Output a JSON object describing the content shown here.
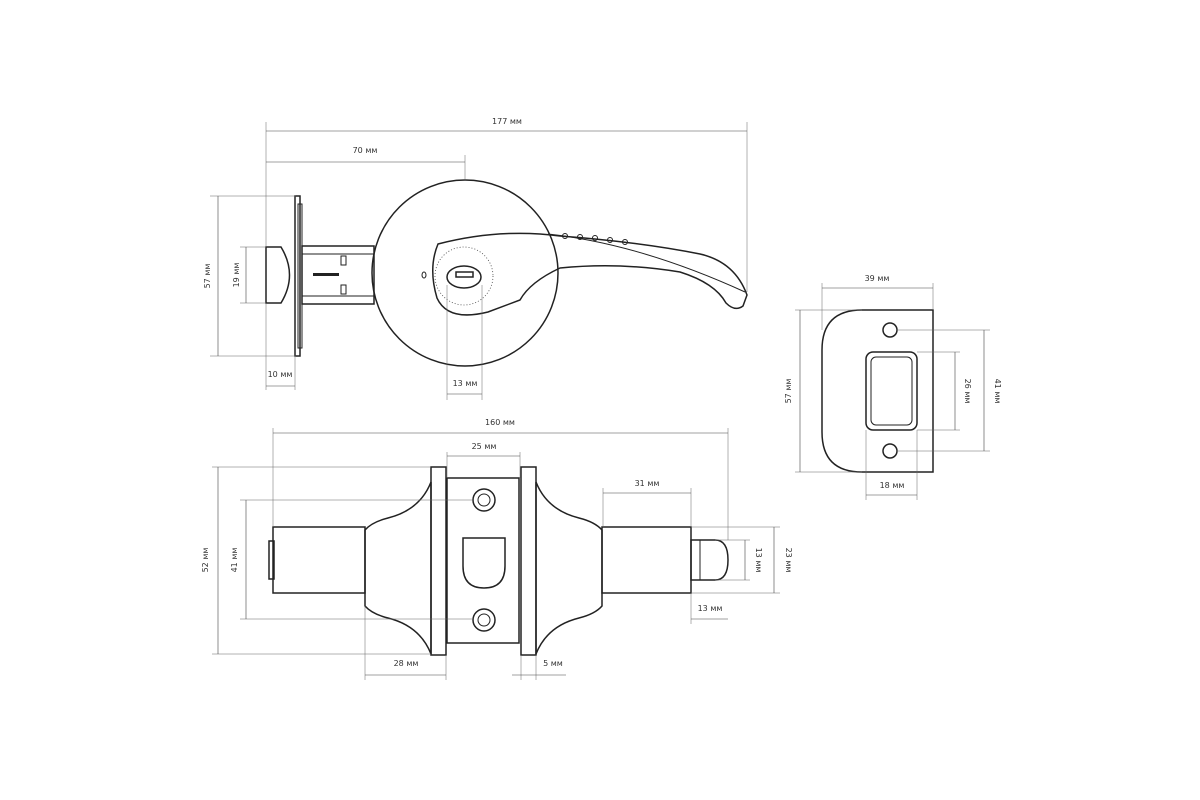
{
  "colors": {
    "line": "#222222",
    "dimension": "#444444",
    "background": "#ffffff"
  },
  "dimensions": {
    "total_length": "177 мм",
    "rosette_offset": "70 мм",
    "outer_height": "57 мм",
    "latch_height": "19 мм",
    "faceplate_offset": "10 мм",
    "cylinder_width": "13 мм",
    "body_length": "160 мм",
    "plate_width": "25 мм",
    "spindle_length": "31 мм",
    "rose_height": "52 мм",
    "body_height": "41 мм",
    "tail_height": "13 мм",
    "tail_outer_height": "23 мм",
    "tail_length": "13 мм",
    "rose_depth": "28 мм",
    "rose_gap": "5 мм",
    "strike_width": "39 мм",
    "strike_height": "57 мм",
    "strike_slot_height": "26 мм",
    "strike_screw_spacing": "41 мм",
    "strike_slot_width": "18 мм"
  }
}
